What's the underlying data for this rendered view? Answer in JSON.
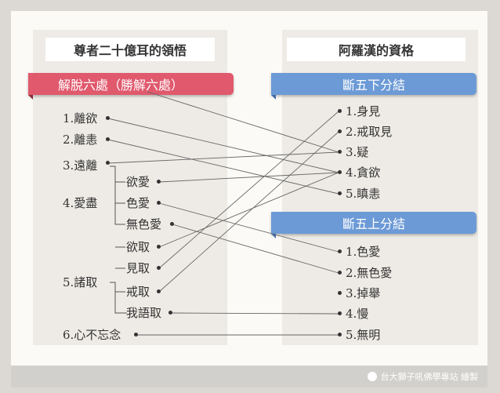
{
  "left": {
    "title": "尊者二十億耳的領悟",
    "ribbon": {
      "pre": "解脫六處（",
      "hl": "勝解",
      "post": "六處）",
      "color": "#e0596d"
    },
    "items": [
      "1.離欲",
      "2.離恚",
      "3.遠離",
      "4.愛盡",
      "5.諸取",
      "6.心不忘念"
    ],
    "ai_subs": [
      "欲愛",
      "色愛",
      "無色愛"
    ],
    "qu_subs": [
      "欲取",
      "見取",
      "戒取",
      "我語取"
    ]
  },
  "right": {
    "title": "阿羅漢的資格",
    "lower": {
      "label": "斷五下分結",
      "color": "#6c9ad6",
      "items": [
        "1.身見",
        "2.戒取見",
        "3.疑",
        "4.貪欲",
        "5.瞋恚"
      ]
    },
    "upper": {
      "label": "斷五上分結",
      "color": "#6c9ad6",
      "items": [
        "1.色愛",
        "2.無色愛",
        "3.掉舉",
        "4.慢",
        "5.無明"
      ]
    }
  },
  "footer": {
    "credit": "台大獅子吼佛學專站 繪製"
  }
}
